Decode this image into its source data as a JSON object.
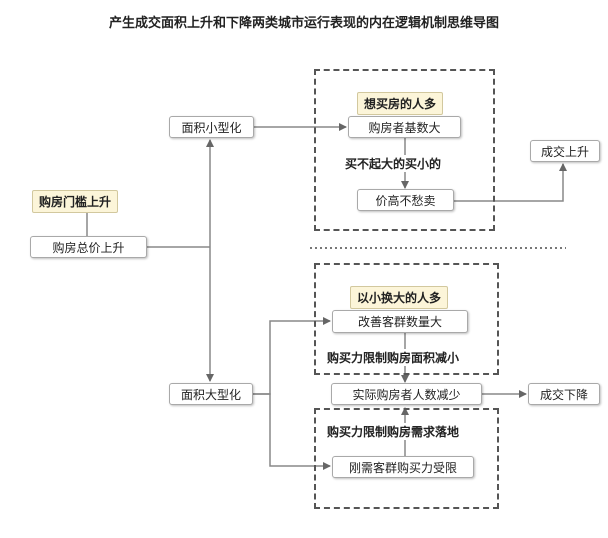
{
  "title": "产生成交面积上升和下降两类城市运行表现的内在逻辑机制思维导图",
  "nodes": {
    "threshold": "购房门槛上升",
    "total_price": "购房总价上升",
    "small_area": "面积小型化",
    "large_area": "面积大型化",
    "want_buy": "想买房的人多",
    "base_large": "购房者基数大",
    "cant_afford": "买不起大的买小的",
    "high_price": "价高不愁卖",
    "deal_up": "成交上升",
    "small_to_big": "以小换大的人多",
    "upgrade_grow": "改善客群数量大",
    "limit_area": "购买力限制购房面积减小",
    "buyers_fall": "实际购房者人数减少",
    "deal_down": "成交下降",
    "limit_demand": "购买力限制购房需求落地",
    "rigid_limited": "刚需客群购买力受限"
  }
}
